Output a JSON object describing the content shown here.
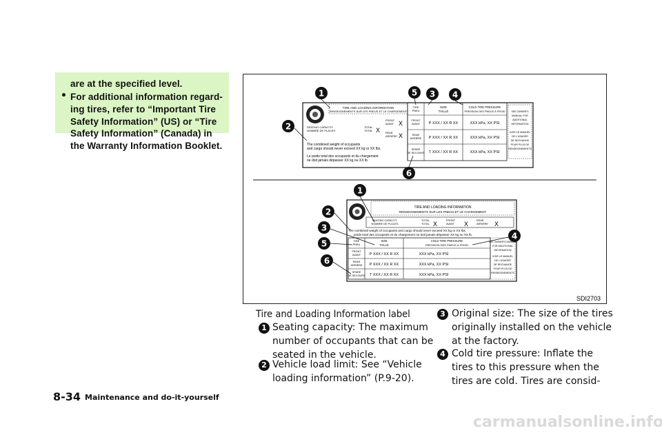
{
  "note": {
    "lines": [
      "are at the specified level.",
      "For additional information regard-",
      "ing tires, refer to “Important Tire",
      "Safety Information” (US) or “Tire",
      "Safety Information” (Canada) in",
      "the Warranty Information Booklet."
    ]
  },
  "figure": {
    "code": "SDI2703",
    "top_label": {
      "title1": "TIRE AND LOADING INFORMATION",
      "title2": "RENSEIGNEMENTS SUR LES PNEUS ET LE CHARGEMENT",
      "seating1": "SEATING CAPACITY",
      "seating2": "NOMBRE DE PLACES",
      "total1": "TOTAL",
      "total2": "TOTAL",
      "front1": "FRONT",
      "front2": "AVANT",
      "rear1": "REAR",
      "rear2": "ARRIÈRE",
      "x": "X",
      "combined1": "The combined weight of occupants",
      "combined2": "and cargo should never exceed XX kg or XX lbs.",
      "french1": "Le poids total des occupants et du chargement",
      "french2": "ne doit jamais dépasser XX kg ou XX lb.",
      "tire1": "TIRE",
      "tire2": "PNEU",
      "size1": "SIZE",
      "size2": "TAILLE",
      "cold1": "COLD TIRE PRESSURE",
      "cold2": "PRESSION DES PNEUS À FROID",
      "spare1": "SPARE",
      "spare2": "DE SECOURS",
      "size_pxx": "P XXX / XX R XX",
      "size_txx": "T XXX / XX R XX",
      "pressure": "XXX kPa, XX PSI",
      "see": [
        "SEE OWNER'S",
        "MANUAL FOR",
        "ADDITIONAL",
        "INFORMATION",
        "VOIR LE MANUEL",
        "DE L'USAGER",
        "DE RECHANGE",
        "POUR PLUS DE",
        "RENSEIGNEMENTS"
      ]
    },
    "callouts": [
      "1",
      "2",
      "3",
      "4",
      "5",
      "6"
    ],
    "bottom_label": {
      "combined": "The combined weight of occupants and cargo should never exceed XX kg or XX lbs.",
      "french": "poids total des occupants et du chargement ne doit jamais dépasser XX kg ou XX lb.",
      "see": [
        "SEE OWNER'S MANUAL",
        "FOR ADDITIONAL",
        "INFORMATION",
        "VOIR LE MANUEL",
        "DE L'USAGER",
        "DE RECHANGE",
        "POUR PLUS DE",
        "RENSEIGNEMENTS"
      ]
    }
  },
  "caption": "Tire and Loading Information label",
  "items_left": [
    {
      "num": "1",
      "lines": [
        "Seating capacity: The maximum",
        "number of occupants that can be",
        "seated in the vehicle."
      ]
    },
    {
      "num": "2",
      "lines": [
        "Vehicle load limit: See “Vehicle",
        "loading information” (P.9-20)."
      ]
    }
  ],
  "items_right": [
    {
      "num": "3",
      "lines": [
        "Original size: The size of the tires",
        "originally installed on the vehicle",
        "at the factory."
      ]
    },
    {
      "num": "4",
      "lines": [
        "Cold tire pressure: Inflate the",
        "tires to this pressure when the",
        "tires are cold. Tires are consid-"
      ]
    }
  ],
  "footer": {
    "page": "8-34",
    "section": "Maintenance and do-it-yourself"
  },
  "watermark": "carmanualsonline.info"
}
